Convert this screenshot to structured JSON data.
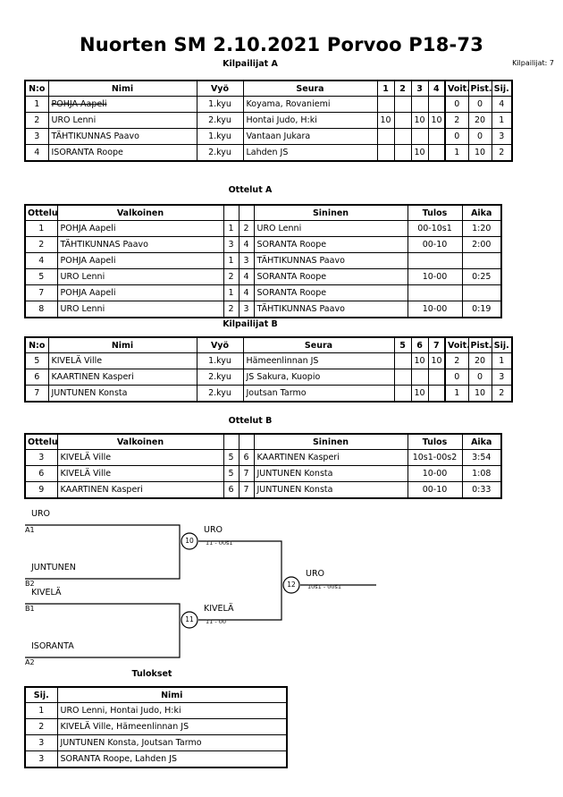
{
  "header": {
    "title": "Nuorten SM  2.10.2021  Porvoo   P18-73",
    "entrants_label": "Kilpailijat: 7"
  },
  "pool_a": {
    "caption": "Kilpailijat A",
    "columns": [
      "N:o",
      "Nimi",
      "Vyö",
      "Seura",
      "1",
      "2",
      "3",
      "4",
      "Voit.",
      "Pist.",
      "Sij."
    ],
    "rows": [
      {
        "no": "1",
        "name": "POHJA Aapeli",
        "strike": true,
        "belt": "1.kyu",
        "club": "Koyama, Rovaniemi",
        "m": [
          "",
          "",
          "",
          ""
        ],
        "wins": "0",
        "points": "0",
        "rank": "4"
      },
      {
        "no": "2",
        "name": "URO Lenni",
        "strike": false,
        "belt": "2.kyu",
        "club": "Hontai Judo, H:ki",
        "m": [
          "10",
          "",
          "10",
          "10"
        ],
        "wins": "2",
        "points": "20",
        "rank": "1"
      },
      {
        "no": "3",
        "name": "TÄHTIKUNNAS Paavo",
        "strike": false,
        "belt": "1.kyu",
        "club": "Vantaan Jukara",
        "m": [
          "",
          "",
          "",
          ""
        ],
        "wins": "0",
        "points": "0",
        "rank": "3"
      },
      {
        "no": "4",
        "name": "ISORANTA Roope",
        "strike": false,
        "belt": "2.kyu",
        "club": "Lahden JS",
        "m": [
          "",
          "",
          "10",
          ""
        ],
        "wins": "1",
        "points": "10",
        "rank": "2"
      }
    ]
  },
  "matches_a": {
    "caption": "Ottelut A",
    "columns": [
      "Ottelu",
      "Valkoinen",
      "",
      "",
      "Sininen",
      "Tulos",
      "Aika"
    ],
    "rows": [
      {
        "no": "1",
        "white": "POHJA Aapeli",
        "wn": "1",
        "bn": "2",
        "blue": "URO Lenni",
        "result": "00-10s1",
        "time": "1:20"
      },
      {
        "no": "2",
        "white": "TÄHTIKUNNAS Paavo",
        "wn": "3",
        "bn": "4",
        "blue": "SORANTA Roope",
        "result": "00-10",
        "time": "2:00"
      },
      {
        "no": "4",
        "white": "POHJA Aapeli",
        "wn": "1",
        "bn": "3",
        "blue": "TÄHTIKUNNAS Paavo",
        "result": "",
        "time": ""
      },
      {
        "no": "5",
        "white": "URO Lenni",
        "wn": "2",
        "bn": "4",
        "blue": "SORANTA Roope",
        "result": "10-00",
        "time": "0:25"
      },
      {
        "no": "7",
        "white": "POHJA Aapeli",
        "wn": "1",
        "bn": "4",
        "blue": "SORANTA Roope",
        "result": "",
        "time": ""
      },
      {
        "no": "8",
        "white": "URO Lenni",
        "wn": "2",
        "bn": "3",
        "blue": "TÄHTIKUNNAS Paavo",
        "result": "10-00",
        "time": "0:19"
      }
    ]
  },
  "pool_b": {
    "caption": "Kilpailijat B",
    "columns": [
      "N:o",
      "Nimi",
      "Vyö",
      "Seura",
      "5",
      "6",
      "7",
      "Voit.",
      "Pist.",
      "Sij."
    ],
    "rows": [
      {
        "no": "5",
        "name": "KIVELÄ Ville",
        "belt": "1.kyu",
        "club": "Hämeenlinnan JS",
        "m": [
          "",
          "10",
          "10"
        ],
        "wins": "2",
        "points": "20",
        "rank": "1"
      },
      {
        "no": "6",
        "name": "KAARTINEN Kasperi",
        "belt": "2.kyu",
        "club": "JS Sakura, Kuopio",
        "m": [
          "",
          "",
          ""
        ],
        "wins": "0",
        "points": "0",
        "rank": "3"
      },
      {
        "no": "7",
        "name": "JUNTUNEN Konsta",
        "belt": "2.kyu",
        "club": "Joutsan Tarmo",
        "m": [
          "",
          "10",
          ""
        ],
        "wins": "1",
        "points": "10",
        "rank": "2"
      }
    ]
  },
  "matches_b": {
    "caption": "Ottelut B",
    "columns": [
      "Ottelu",
      "Valkoinen",
      "",
      "",
      "Sininen",
      "Tulos",
      "Aika"
    ],
    "rows": [
      {
        "no": "3",
        "white": "KIVELÄ Ville",
        "wn": "5",
        "bn": "6",
        "blue": "KAARTINEN Kasperi",
        "result": "10s1-00s2",
        "time": "3:54"
      },
      {
        "no": "6",
        "white": "KIVELÄ Ville",
        "wn": "5",
        "bn": "7",
        "blue": "JUNTUNEN Konsta",
        "result": "10-00",
        "time": "1:08"
      },
      {
        "no": "9",
        "white": "KAARTINEN Kasperi",
        "wn": "6",
        "bn": "7",
        "blue": "JUNTUNEN Konsta",
        "result": "00-10",
        "time": "0:33"
      }
    ]
  },
  "bracket": {
    "entrants": [
      {
        "name": "URO",
        "seed": "A1"
      },
      {
        "name": "JUNTUNEN",
        "seed": "B2"
      },
      {
        "name": "KIVELÄ",
        "seed": "B1"
      },
      {
        "name": "ISORANTA",
        "seed": "A2"
      }
    ],
    "nodes": [
      {
        "num": "10",
        "winner": "URO",
        "score": "11 - 00s1"
      },
      {
        "num": "11",
        "winner": "KIVELÄ",
        "score": "11 - 00"
      },
      {
        "num": "12",
        "winner": "URO",
        "score": "10s1 - 00s1"
      }
    ]
  },
  "results": {
    "caption": "Tulokset",
    "columns": [
      "Sij.",
      "Nimi"
    ],
    "rows": [
      {
        "rank": "1",
        "name": "URO Lenni, Hontai Judo, H:ki"
      },
      {
        "rank": "2",
        "name": "KIVELÄ Ville, Hämeenlinnan JS"
      },
      {
        "rank": "3",
        "name": "JUNTUNEN Konsta, Joutsan Tarmo"
      },
      {
        "rank": "3",
        "name": "SORANTA Roope, Lahden JS"
      }
    ]
  }
}
